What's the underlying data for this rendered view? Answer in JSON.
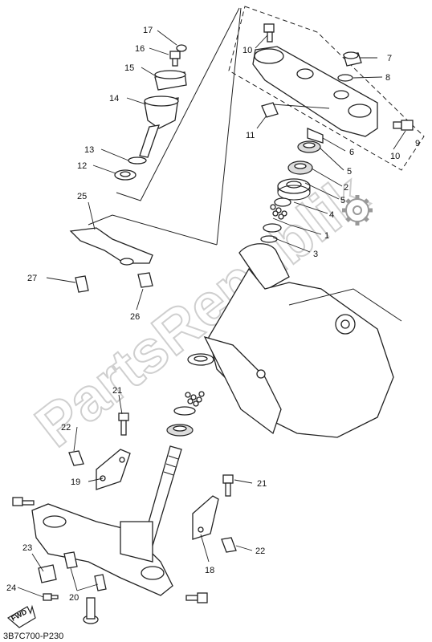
{
  "diagram": {
    "code": "3B7C700-P230",
    "watermark": "PartsRepublik",
    "fwd_label": "FWD",
    "labels": {
      "c1": "1",
      "c2": "2",
      "c3": "3",
      "c4": "4",
      "c5a": "5",
      "c5b": "5",
      "c6": "6",
      "c7": "7",
      "c8": "8",
      "c9": "9",
      "c10a": "10",
      "c10b": "10",
      "c11": "11",
      "c12": "12",
      "c13": "13",
      "c14": "14",
      "c15": "15",
      "c16": "16",
      "c17": "17",
      "c18": "18",
      "c19": "19",
      "c20": "20",
      "c21a": "21",
      "c21b": "21",
      "c22a": "22",
      "c22b": "22",
      "c23": "23",
      "c24": "24",
      "c25": "25",
      "c26": "26",
      "c27": "27"
    }
  }
}
